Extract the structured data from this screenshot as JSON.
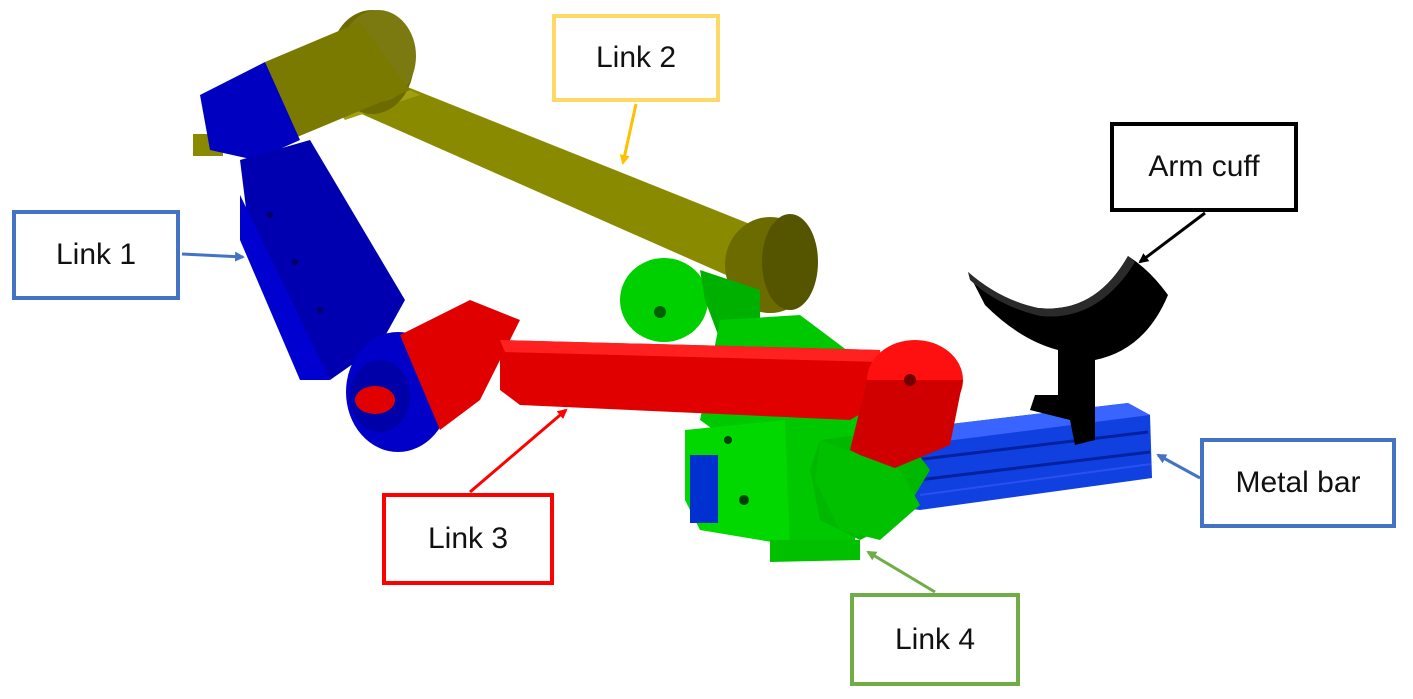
{
  "colors": {
    "link1": "#4472c4",
    "link2": "#ffc000",
    "link3": "#ff0000",
    "link4": "#70ad47",
    "arm_cuff": "#000000",
    "metal_bar": "#4472c4",
    "part_blue": "#0000c8",
    "part_olive": "#7a7a00",
    "part_red": "#e00000",
    "part_green": "#00d000",
    "part_black": "#000000",
    "bar_blue": "#1040e0"
  },
  "labels": {
    "link1": "Link 1",
    "link2": "Link 2",
    "link3": "Link 3",
    "link4": "Link 4",
    "arm_cuff": "Arm cuff",
    "metal_bar": "Metal bar"
  }
}
